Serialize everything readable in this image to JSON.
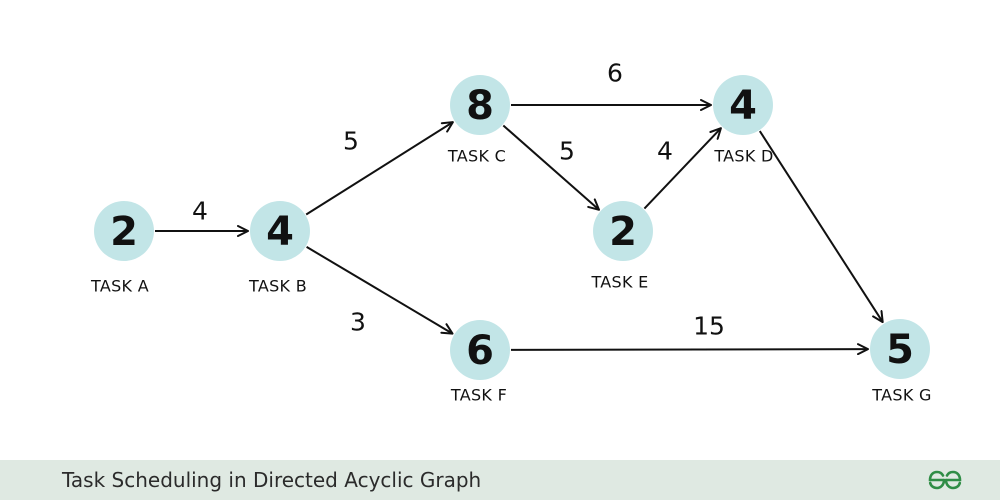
{
  "diagram": {
    "nodes": [
      {
        "id": "A",
        "value": "2",
        "label": "TASK A"
      },
      {
        "id": "B",
        "value": "4",
        "label": "TASK B"
      },
      {
        "id": "C",
        "value": "8",
        "label": "TASK C"
      },
      {
        "id": "D",
        "value": "4",
        "label": "TASK D"
      },
      {
        "id": "E",
        "value": "2",
        "label": "TASK E"
      },
      {
        "id": "F",
        "value": "6",
        "label": "TASK F"
      },
      {
        "id": "G",
        "value": "5",
        "label": "TASK G"
      }
    ],
    "edges": [
      {
        "from": "A",
        "to": "B",
        "weight": "4"
      },
      {
        "from": "B",
        "to": "C",
        "weight": "5"
      },
      {
        "from": "B",
        "to": "F",
        "weight": "3"
      },
      {
        "from": "C",
        "to": "D",
        "weight": "6"
      },
      {
        "from": "C",
        "to": "E",
        "weight": "5"
      },
      {
        "from": "E",
        "to": "D",
        "weight": "4"
      },
      {
        "from": "D",
        "to": "G",
        "weight": ""
      },
      {
        "from": "F",
        "to": "G",
        "weight": "15"
      }
    ]
  },
  "colors": {
    "node_fill": "#c2e5e7",
    "footer_background": "#dfe9e2",
    "logo": "#2f8d46"
  },
  "footer": {
    "title": "Task Scheduling in Directed Acyclic Graph",
    "logo_icon": "geeksforgeeks-logo-icon"
  }
}
